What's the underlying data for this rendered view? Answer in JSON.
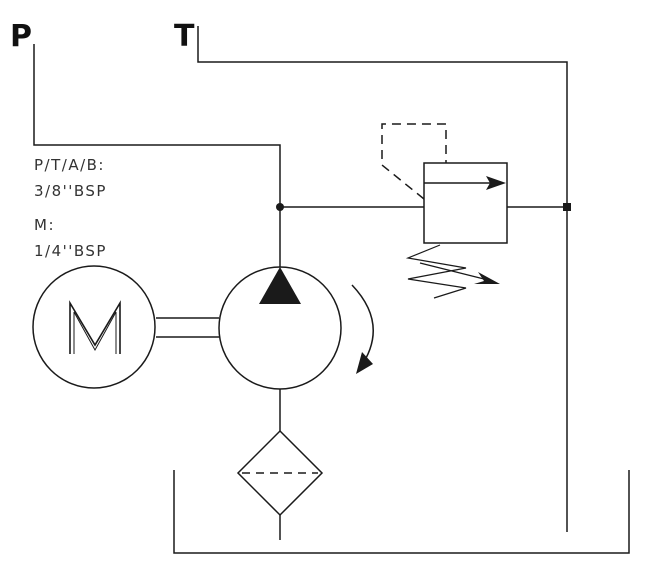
{
  "ports": {
    "pressure": "P",
    "tank": "T"
  },
  "port_specs": [
    "P/T/A/B:",
    "3/8''BSP",
    "M:",
    "1/4''BSP"
  ],
  "components": {
    "motor_symbol": "M"
  },
  "colors": {
    "line": "#1a1a1a",
    "text": "#333333",
    "background": "#ffffff"
  }
}
